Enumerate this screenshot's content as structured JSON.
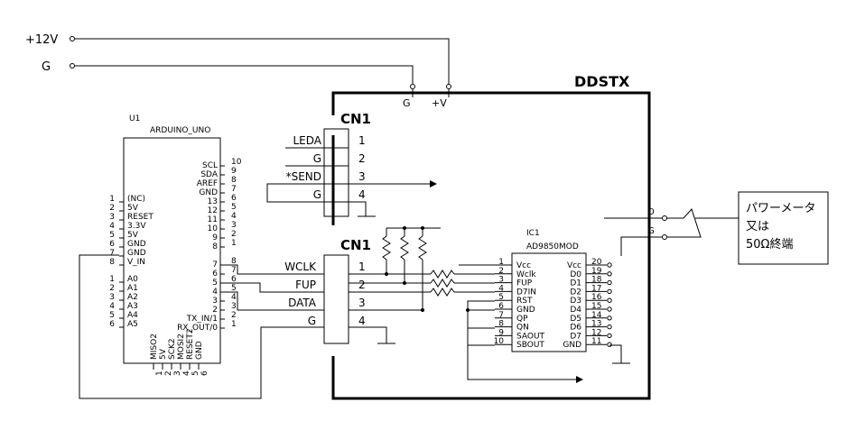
{
  "power": {
    "v12": "+12V",
    "gnd": "G"
  },
  "board_title": "DDSTX",
  "board_pins": {
    "g": "G",
    "v": "+V"
  },
  "arduino": {
    "ref": "U1",
    "name": "ARDUINO_UNO",
    "left_pins": [
      {
        "num": "1",
        "label": "(NC)"
      },
      {
        "num": "2",
        "label": "5V"
      },
      {
        "num": "3",
        "label": "RESET"
      },
      {
        "num": "4",
        "label": "3.3V"
      },
      {
        "num": "5",
        "label": "5V"
      },
      {
        "num": "6",
        "label": "GND"
      },
      {
        "num": "7",
        "label": "GND"
      },
      {
        "num": "8",
        "label": "V_IN"
      }
    ],
    "analog_pins": [
      {
        "num": "1",
        "label": "A0"
      },
      {
        "num": "2",
        "label": "A1"
      },
      {
        "num": "3",
        "label": "A2"
      },
      {
        "num": "4",
        "label": "A3"
      },
      {
        "num": "5",
        "label": "A4"
      },
      {
        "num": "6",
        "label": "A5"
      }
    ],
    "right_top_pins": [
      {
        "num": "10",
        "label": "SCL"
      },
      {
        "num": "9",
        "label": "SDA"
      },
      {
        "num": "8",
        "label": "AREF"
      },
      {
        "num": "7",
        "label": "GND"
      },
      {
        "num": "6",
        "label": "13"
      },
      {
        "num": "5",
        "label": "12"
      },
      {
        "num": "4",
        "label": "11"
      },
      {
        "num": "3",
        "label": "10"
      },
      {
        "num": "2",
        "label": "9"
      },
      {
        "num": "1",
        "label": "8"
      }
    ],
    "right_bottom_pins": [
      {
        "num": "8",
        "label": "7"
      },
      {
        "num": "7",
        "label": "6"
      },
      {
        "num": "6",
        "label": "5"
      },
      {
        "num": "5",
        "label": "4"
      },
      {
        "num": "4",
        "label": "3"
      },
      {
        "num": "3",
        "label": "2"
      },
      {
        "num": "2",
        "label": "TX_IN/1"
      },
      {
        "num": "1",
        "label": "RX_OUT/0"
      }
    ],
    "bottom_labels": [
      "MISO2",
      "5V",
      "SCK2",
      "MOSI2",
      "RESET2",
      "GND"
    ],
    "bottom_nums": [
      "1",
      "2",
      "3",
      "4",
      "5",
      "6"
    ]
  },
  "cn1_top": {
    "label": "CN1",
    "pins": [
      {
        "num": "1",
        "net": "LEDA"
      },
      {
        "num": "2",
        "net": "G"
      },
      {
        "num": "3",
        "net": "*SEND"
      },
      {
        "num": "4",
        "net": "G"
      }
    ]
  },
  "cn1_bottom": {
    "label": "CN1",
    "pins": [
      {
        "num": "1",
        "net": "WCLK"
      },
      {
        "num": "2",
        "net": "FUP"
      },
      {
        "num": "3",
        "net": "DATA"
      },
      {
        "num": "4",
        "net": "G"
      }
    ]
  },
  "ic1": {
    "ref": "IC1",
    "name": "AD9850MOD",
    "left_pins": [
      {
        "num": "1",
        "label": "Vcc"
      },
      {
        "num": "2",
        "label": "Wclk"
      },
      {
        "num": "3",
        "label": "FUP"
      },
      {
        "num": "4",
        "label": "D7IN"
      },
      {
        "num": "5",
        "label": "RST"
      },
      {
        "num": "6",
        "label": "GND"
      },
      {
        "num": "7",
        "label": "QP"
      },
      {
        "num": "8",
        "label": "QN"
      },
      {
        "num": "9",
        "label": "SAOUT"
      },
      {
        "num": "10",
        "label": "SBOUT"
      }
    ],
    "right_pins": [
      {
        "num": "20",
        "label": "Vcc"
      },
      {
        "num": "19",
        "label": "D0"
      },
      {
        "num": "18",
        "label": "D1"
      },
      {
        "num": "17",
        "label": "D2"
      },
      {
        "num": "16",
        "label": "D3"
      },
      {
        "num": "15",
        "label": "D4"
      },
      {
        "num": "14",
        "label": "D5"
      },
      {
        "num": "13",
        "label": "D6"
      },
      {
        "num": "12",
        "label": "D7"
      },
      {
        "num": "11",
        "label": "GND"
      }
    ]
  },
  "output": {
    "o": "O",
    "g": "G"
  },
  "meter_box": {
    "line1": "パワーメータ",
    "line2": "又は",
    "line3": "50Ω終端"
  }
}
